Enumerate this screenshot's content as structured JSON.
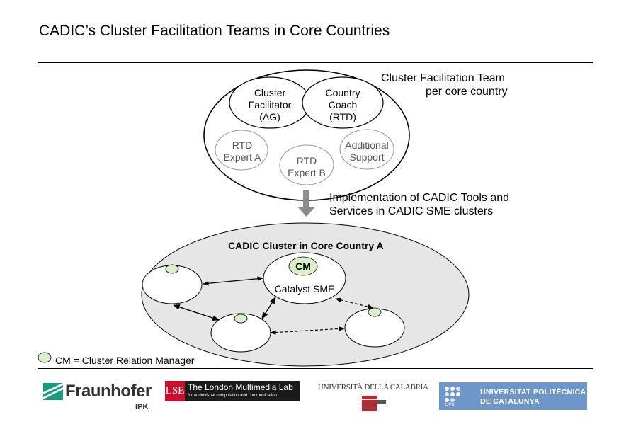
{
  "title": "CADIC’s Cluster Facilitation Teams in Core Countries",
  "team": {
    "label_line1": "Cluster Facilitation Team",
    "label_line2": "per core country",
    "facilitator": [
      "Cluster",
      "Facilitator",
      "(AG)"
    ],
    "coach": [
      "Country",
      "Coach",
      "(RTD)"
    ],
    "expert_a": [
      "RTD",
      "Expert A"
    ],
    "expert_b": [
      "RTD",
      "Expert B"
    ],
    "support": [
      "Additional",
      "Support"
    ]
  },
  "implementation": {
    "line1": "Implementation of CADIC Tools and",
    "line2": "Services in CADIC SME clusters"
  },
  "cluster": {
    "title": "CADIC Cluster in Core Country A",
    "cm": "CM",
    "catalyst": "Catalyst SME"
  },
  "legend": {
    "text": "CM = Cluster Relation Manager",
    "color": "#d9f0c8"
  },
  "logos": {
    "fraunhofer": "Fraunhofer",
    "fraunhofer_sub": "IPK",
    "lse_mark": "LSE",
    "lse_title": "The London Multimedia Lab",
    "lse_sub": "for audiovisual composition and communication",
    "calabria": "UNIVERSITÀ DELLA CALABRIA",
    "upc_line1": "UNIVERSITAT POLITÈCNICA",
    "upc_line2": "DE CATALUNYA",
    "upc_mark": "UPC"
  },
  "colors": {
    "cluster_fill": "#e6e6e6",
    "cm_fill": "#d9f0c8",
    "arrow_grey": "#8c8c8c",
    "upc_blue": "#6f96c8",
    "fraunhofer_green": "#179c7d",
    "lse_red": "#c8102e",
    "calabria_red": "#c0272d"
  }
}
